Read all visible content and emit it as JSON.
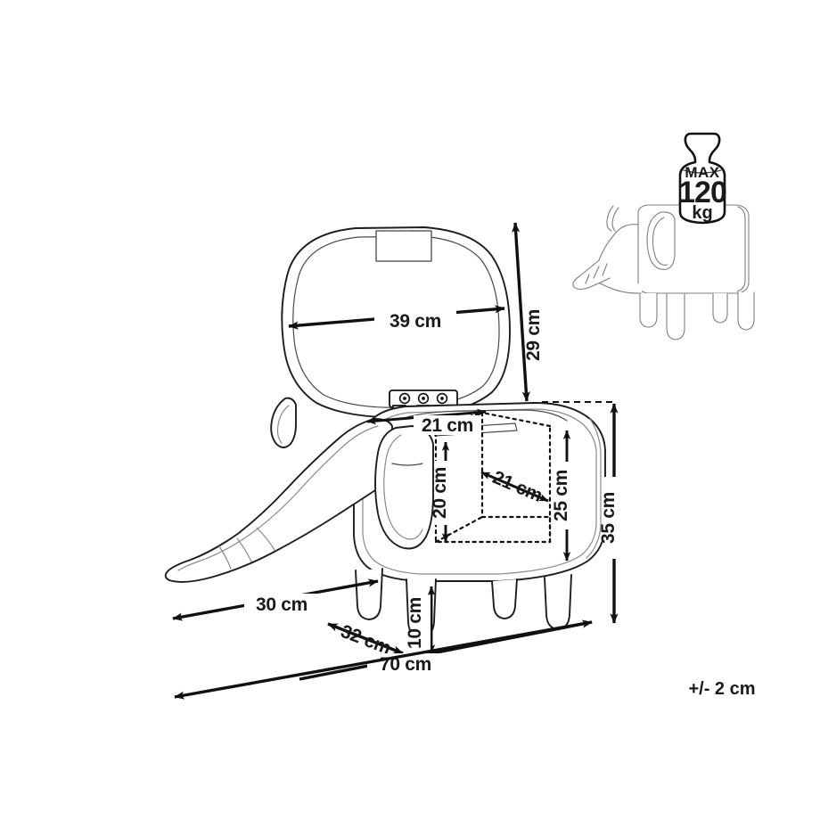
{
  "page": {
    "title": "Elephant Storage Stool Dimension Diagram",
    "background_color": "#ffffff",
    "line_color": "#1d1d1d",
    "text_color": "#1a1a1a"
  },
  "dimensions": {
    "lid_width": "39 cm",
    "lid_height": "29 cm",
    "inner_width": "21 cm",
    "inner_depth": "21 cm",
    "inner_height": "20 cm",
    "body_height": "25 cm",
    "total_height": "35 cm",
    "trunk_length": "30 cm",
    "body_depth": "32 cm",
    "leg_height": "10 cm",
    "total_length": "70 cm"
  },
  "tolerance": {
    "note": "+/- 2 cm"
  },
  "capacity_badge": {
    "max_label": "MAX",
    "value": "120",
    "unit": "kg",
    "icon": "weight-icon"
  },
  "thumbnail": {
    "name": "elephant-stool-thumbnail"
  }
}
